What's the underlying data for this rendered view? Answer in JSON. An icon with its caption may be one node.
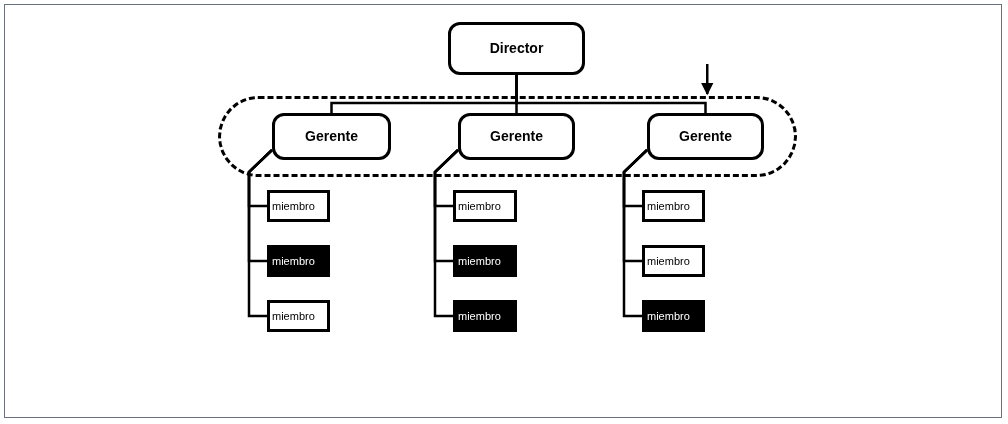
{
  "diagram": {
    "nodes": [
      {
        "text": [
          "Director"
        ]
      },
      {
        "text": [],
        "shape": "box"
      },
      {
        "text": [
          "Gerente"
        ],
        "in": 1
      },
      {
        "text": [
          "Gerente"
        ],
        "in": 1
      },
      {
        "text": [
          "Gerente"
        ],
        "in": 1
      },
      {
        "text": [
          "miembro"
        ]
      },
      {
        "text": [
          "miembro"
        ]
      },
      {
        "text": [
          "miembro"
        ]
      },
      {
        "text": [
          "miembro"
        ]
      },
      {
        "text": [
          "miembro"
        ]
      },
      {
        "text": [
          "miembro"
        ]
      },
      {
        "text": [
          "miembro"
        ]
      },
      {
        "text": [
          "miembro"
        ]
      },
      {
        "text": [
          "miembro"
        ]
      }
    ],
    "edges": [
      {
        "from": 0,
        "to": 2,
        "arrow": "none"
      },
      {
        "from": 0,
        "to": 3,
        "arrow": "none"
      },
      {
        "from": 0,
        "to": 4,
        "arrow": "none"
      },
      {
        "from": 2,
        "to": 5,
        "arrow": "none"
      },
      {
        "from": 2,
        "to": 6,
        "arrow": "none"
      },
      {
        "from": 2,
        "to": 7,
        "arrow": "none"
      },
      {
        "from": 3,
        "to": 8,
        "arrow": "none"
      },
      {
        "from": 3,
        "to": 9,
        "arrow": "none"
      },
      {
        "from": 3,
        "to": 10,
        "arrow": "none"
      },
      {
        "from": 4,
        "to": 11,
        "arrow": "none"
      },
      {
        "from": 4,
        "to": 12,
        "arrow": "none"
      },
      {
        "from": 4,
        "to": 13,
        "arrow": "none"
      },
      {
        "from": null,
        "to": 1,
        "arrow": "to"
      }
    ]
  }
}
